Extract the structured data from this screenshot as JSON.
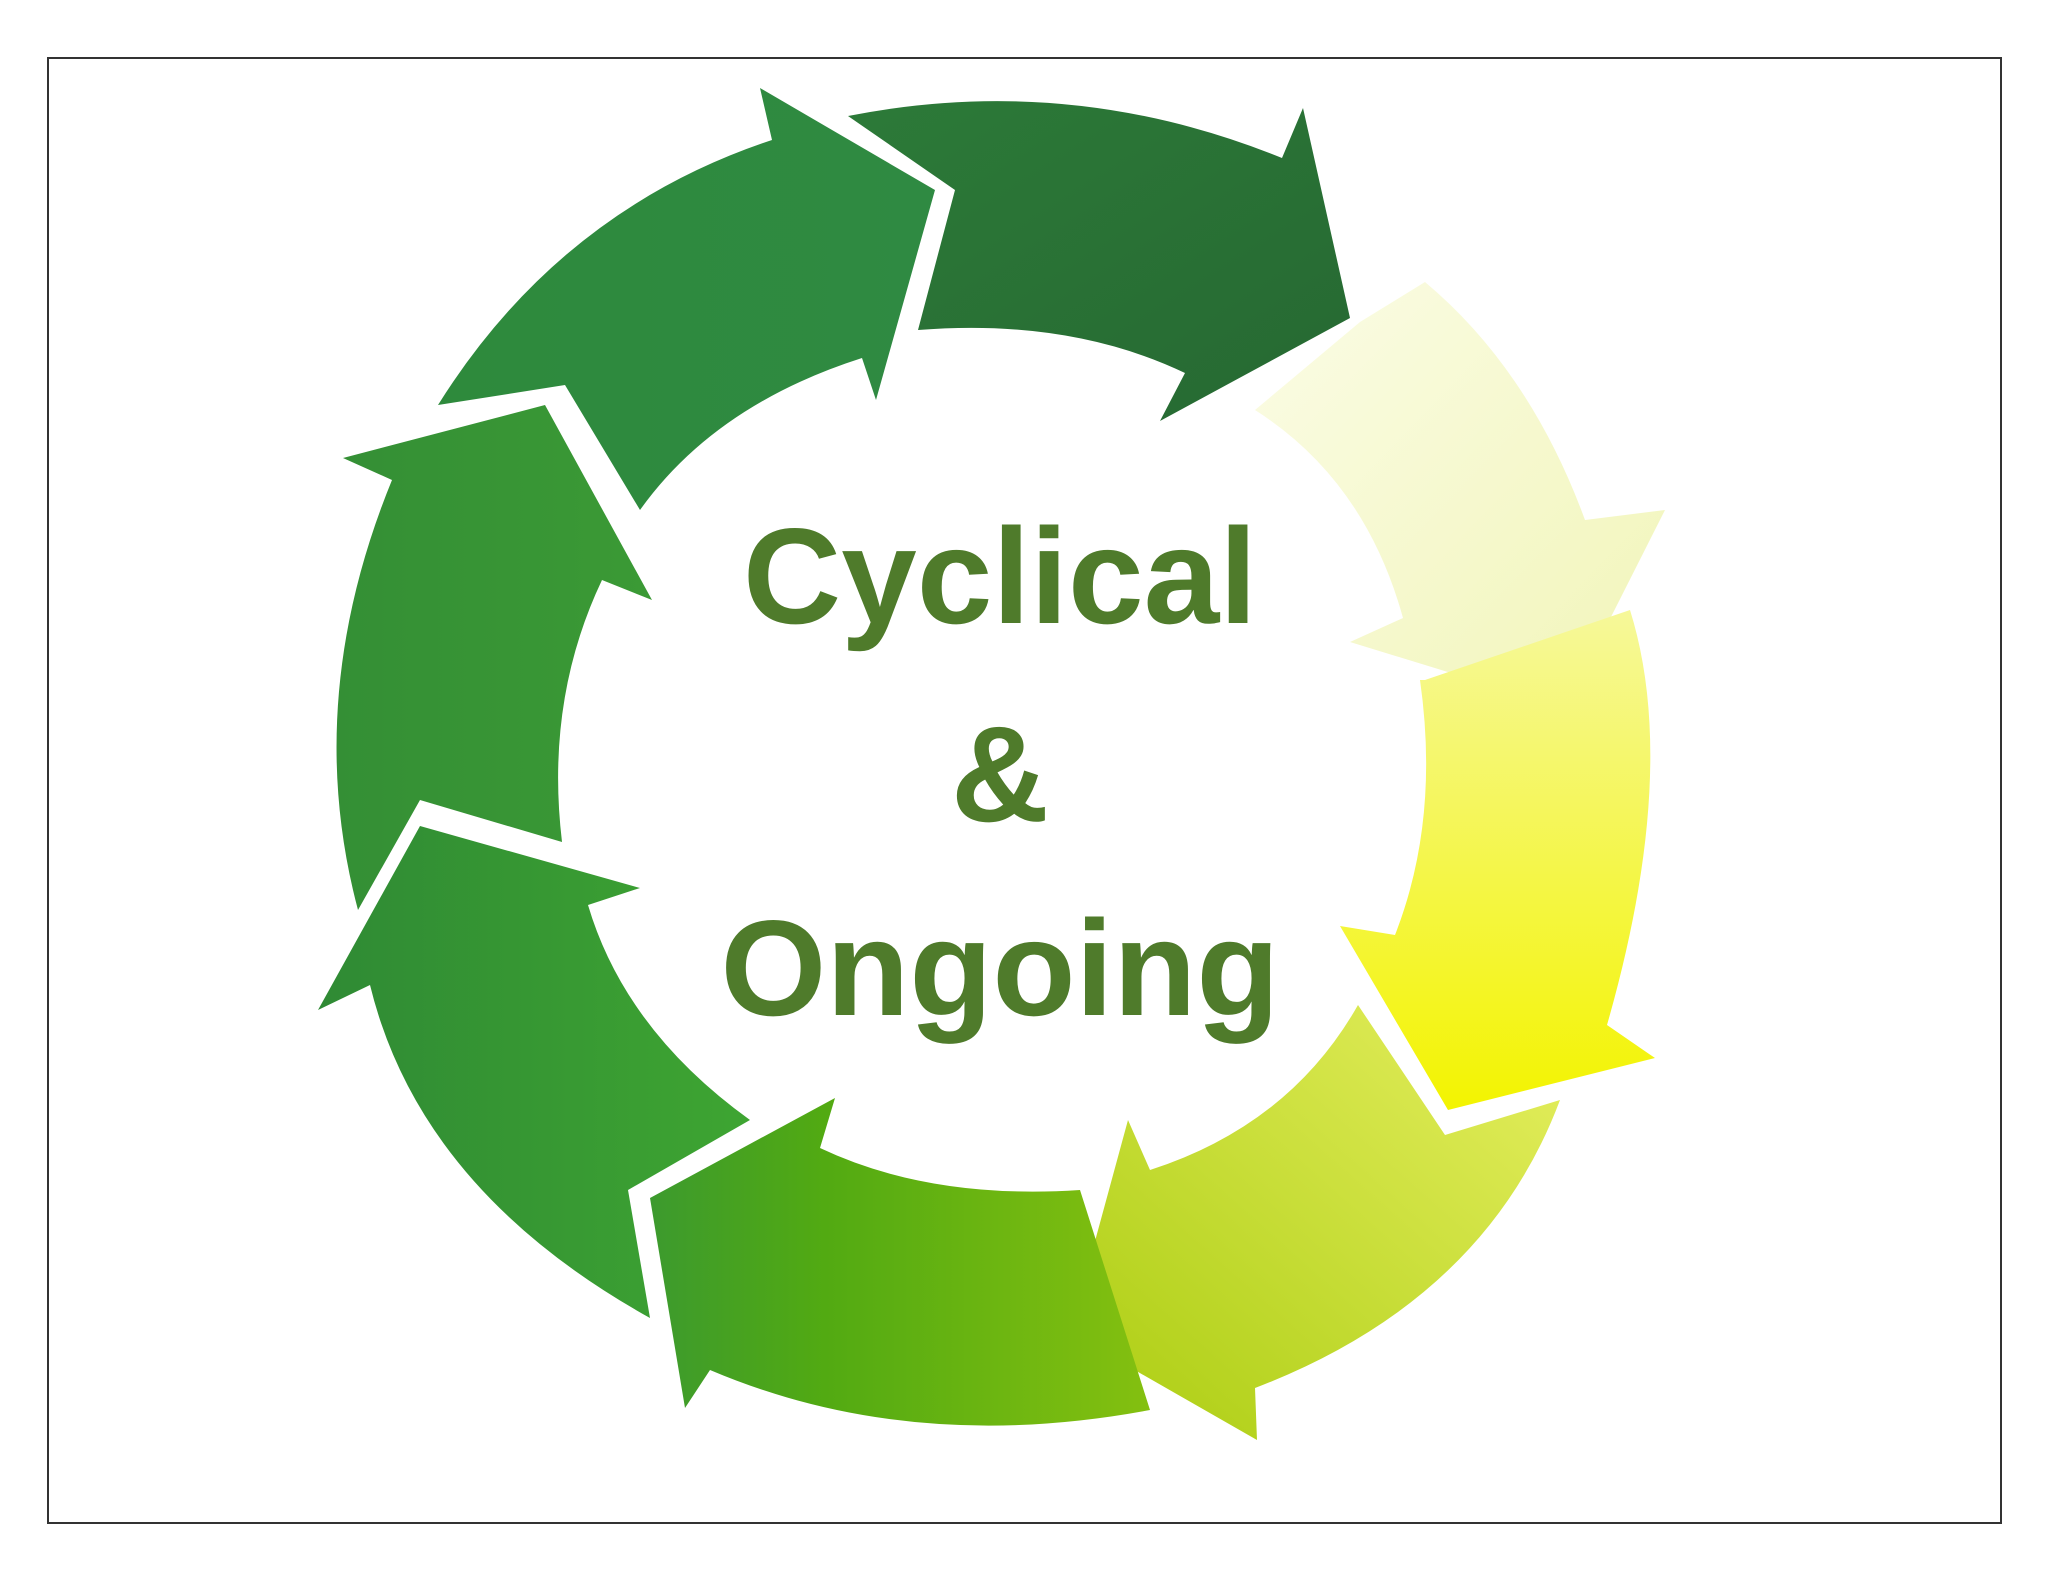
{
  "diagram": {
    "text_line_1": "Cyclical",
    "text_line_2": "&",
    "text_line_3": "Ongoing",
    "text_color": "#4f7b2b",
    "arrow_count": 8,
    "arrow_colors": [
      "#2a7035",
      "#e8f07a",
      "#f6f75a",
      "#cde43c",
      "#5aad1e",
      "#3a9632",
      "#3b9a35",
      "#2f8a3c"
    ]
  }
}
